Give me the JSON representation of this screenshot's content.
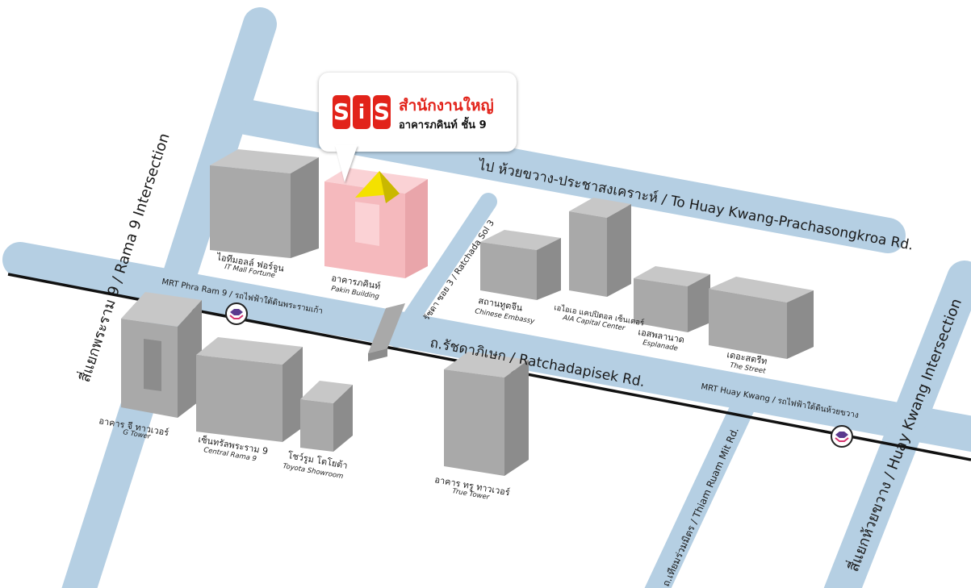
{
  "colors": {
    "road": "#b5cfe3",
    "rail": "#111111",
    "building_front": "#a9a9a9",
    "building_top": "#c7c7c7",
    "building_side": "#8c8c8c",
    "highlight_front": "#f5b9bd",
    "highlight_top": "#fad2d5",
    "pyramid": "#f4e100",
    "brand_red": "#e2231a"
  },
  "callout": {
    "logo_letters": [
      "S",
      "i",
      "S"
    ],
    "title": "สำนักงานใหญ่",
    "subtitle": "อาคารภคินท์ ชั้น 9"
  },
  "roads": {
    "huay_kwang_prachasongkroa": "ไป ห้วยขวาง-ประชาสงเคราะห์  / To Huay Kwang-Prachasongkroa Rd.",
    "rama9_intersection": "สี่แยกพระราม 9 / Rama 9 Intersection",
    "ratchada_sol3": "รัชดา ซอย 3 / Ratchada Sol 3",
    "ratchadapisek": "ถ.รัชดาภิเษก / Ratchadapisek Rd.",
    "thiam_ruam_mit": "ถ.เทียมร่วมมิตร / Thiam Ruam Mit Rd.",
    "huay_kwang_intersection": "สี่แยกห้วยขวาง / Huay Kwang Intersection"
  },
  "mrt": {
    "phra_ram9": "MRT Phra Ram 9 / รถไฟฟ้าใต้ดินพระรามเก้า",
    "huay_kwang": "MRT Huay Kwang  / รถไฟฟ้าใต้ดินห้วยขวาง"
  },
  "buildings": {
    "it_mall": {
      "th": "ไอทีมอลล์ ฟอร์จูน",
      "en": "IT Mall Fortune"
    },
    "pakin": {
      "th": "อาคารภคินท์",
      "en": "Pakin Building"
    },
    "chinese_embassy": {
      "th": "สถานทูตจีน",
      "en": "Chinese Embassy"
    },
    "aia": {
      "th": "เอไอเอ แคปปิตอล เซ็นเตอร์",
      "en": "AIA Capital Center"
    },
    "esplanade": {
      "th": "เอสพลานาด",
      "en": "Esplanade"
    },
    "the_street": {
      "th": "เดอะสตรีท",
      "en": "The Street"
    },
    "g_tower": {
      "th": "อาคาร จี ทาวเวอร์",
      "en": "G Tower"
    },
    "central_rama9": {
      "th": "เซ็นทรัลพระราม 9",
      "en": "Central Rama 9"
    },
    "toyota": {
      "th": "โชว์รูม โตโยต้า",
      "en": "Toyota Showroom"
    },
    "true_tower": {
      "th": "อาคาร ทรู ทาวเวอร์",
      "en": "True Tower"
    }
  }
}
